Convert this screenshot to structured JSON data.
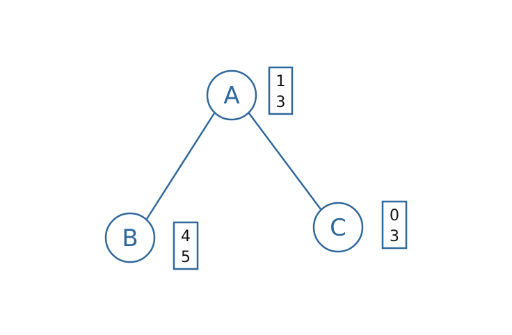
{
  "colors": {
    "stroke": "#2f679b",
    "node_text": "#2f679b",
    "box_text": "#111111",
    "background": "#ffffff"
  },
  "nodes": [
    {
      "id": "A",
      "label": "A",
      "values": [
        "1",
        "3"
      ]
    },
    {
      "id": "B",
      "label": "B",
      "values": [
        "4",
        "5"
      ]
    },
    {
      "id": "C",
      "label": "C",
      "values": [
        "0",
        "3"
      ]
    }
  ],
  "edges": [
    {
      "from": "A",
      "to": "B"
    },
    {
      "from": "A",
      "to": "C"
    }
  ]
}
